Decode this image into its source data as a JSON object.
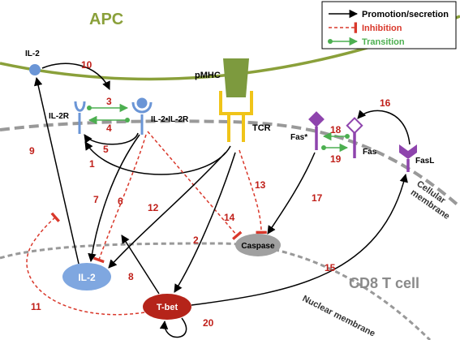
{
  "regions": {
    "apc": "APC",
    "cd8": "CD8 T cell",
    "cellular_membrane": "Cellular membrane",
    "nuclear_membrane": "Nuclear membrane"
  },
  "legend": {
    "promotion": "Promotion/secretion",
    "inhibition": "Inhibition",
    "transition": "Transition"
  },
  "molecules": {
    "il2_free": "IL-2",
    "il2r": "IL-2R",
    "il2_il2r": "IL-2•IL-2R",
    "pmhc": "pMHC",
    "tcr": "TCR",
    "fas_star": "Fas*",
    "fas": "Fas",
    "fasl": "FasL",
    "caspase": "Caspase",
    "il2_node": "IL-2",
    "tbet": "T-bet"
  },
  "interaction_numbers": [
    "1",
    "2",
    "3",
    "4",
    "5",
    "6",
    "7",
    "8",
    "9",
    "10",
    "11",
    "12",
    "13",
    "14",
    "15",
    "16",
    "17",
    "18",
    "19",
    "20"
  ],
  "colors": {
    "apc_membrane": "#8aa03a",
    "apc_text": "#8aa03a",
    "cell_membrane": "#999999",
    "cd8_text": "#8a8a8a",
    "promotion": "#000000",
    "inhibition": "#d9382b",
    "transition": "#4caf50",
    "il2r": "#6a95d6",
    "pmhc": "#7d9a3e",
    "tcr": "#f0c419",
    "fas": "#8e44ad",
    "caspase": "#a0a0a0",
    "il2_node": "#7fa7e0",
    "tbet": "#b5241a",
    "numbers": "#c0201a"
  }
}
